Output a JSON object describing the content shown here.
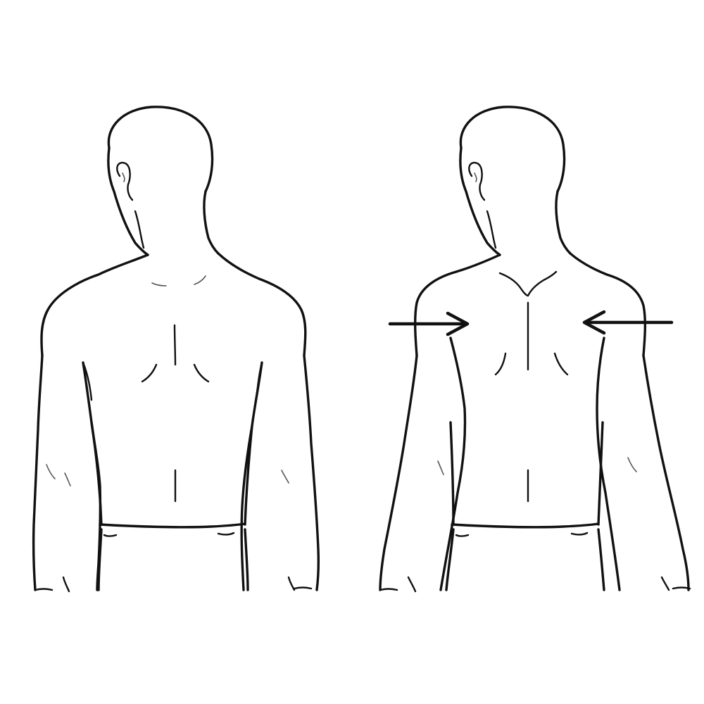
{
  "figures": [
    {
      "id": "relaxed",
      "has_arrows": false
    },
    {
      "id": "retracted",
      "has_arrows": true,
      "arrow_direction": "inward"
    }
  ],
  "colors": {
    "background": "#ffffff",
    "ink": "#111111"
  }
}
